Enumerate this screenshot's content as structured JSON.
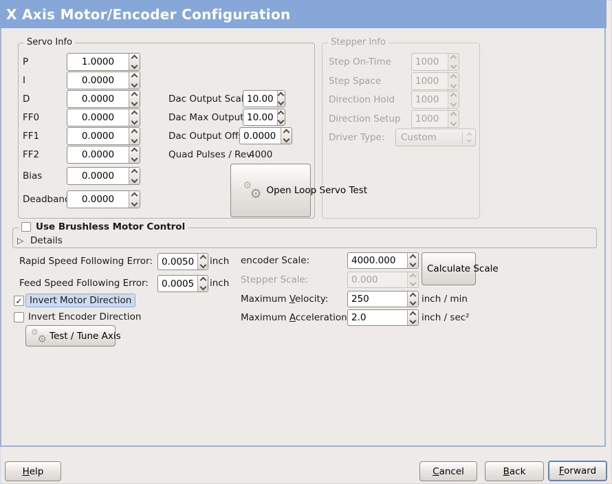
{
  "window": {
    "title": "X Axis Motor/Encoder Configuration"
  },
  "colors": {
    "titlebar": "#86a7d7",
    "panel_border": "#9ab5d9",
    "background": "#edeae7",
    "highlight_bg": "#ccdbf1",
    "highlight_border": "#8fadd8",
    "focus_border": "#5c86c2"
  },
  "icons": {
    "gear": "⚙",
    "expander_collapsed": "▷",
    "check": "✓"
  },
  "servo_info": {
    "legend": "Servo Info",
    "fields": [
      {
        "label": "P",
        "value": "1.0000"
      },
      {
        "label": "I",
        "value": "0.0000"
      },
      {
        "label": "D",
        "value": "0.0000"
      },
      {
        "label": "FF0",
        "value": "0.0000"
      },
      {
        "label": "FF1",
        "value": "0.0000"
      },
      {
        "label": "FF2",
        "value": "0.0000"
      },
      {
        "label": "Bias",
        "value": "0.0000"
      },
      {
        "label": "Deadband",
        "value": "0.0000"
      }
    ],
    "dac": [
      {
        "label": "Dac Output Scale:",
        "value": "10.00"
      },
      {
        "label": "Dac Max Output:",
        "value": "10.00"
      },
      {
        "label": "Dac Output Offset:",
        "value": "0.0000"
      }
    ],
    "quad_label": "Quad Pulses / Rev:",
    "quad_value": "4000",
    "open_loop_button": "Open Loop Servo Test"
  },
  "stepper_info": {
    "legend": "Stepper Info",
    "fields": [
      {
        "label": "Step On-Time",
        "value": "1000"
      },
      {
        "label": "Step Space",
        "value": "1000"
      },
      {
        "label": "Direction Hold",
        "value": "1000"
      },
      {
        "label": "Direction Setup",
        "value": "1000"
      }
    ],
    "driver_type_label": "Driver Type:",
    "driver_type_value": "Custom"
  },
  "brushless": {
    "checkbox_label": "Use Brushless Motor Control",
    "checkbox_state": "",
    "details_label": "Details"
  },
  "following_error": {
    "rapid_label": "Rapid Speed Following Error:",
    "rapid_value": "0.0050",
    "rapid_unit": "inch",
    "feed_label": "Feed Speed Following Error:",
    "feed_value": "0.0005",
    "feed_unit": "inch"
  },
  "scale": {
    "encoder_label": "encoder Scale:",
    "encoder_value": "4000.000",
    "stepper_label": "Stepper Scale:",
    "stepper_value": "0.000",
    "calculate_button": "Calculate Scale",
    "max_velocity": {
      "pre": "Maximum ",
      "key": "V",
      "post": "elocity:",
      "value": "250",
      "unit": "inch / min"
    },
    "max_accel": {
      "pre": "Maximum ",
      "key": "A",
      "post": "cceleration:",
      "value": "2.0",
      "unit": "inch / sec²"
    }
  },
  "direction": {
    "invert_motor_label": "Invert Motor Direction",
    "invert_motor_state": "✓",
    "invert_encoder_label": "Invert Encoder Direction",
    "invert_encoder_state": "",
    "test_button": "Test / Tune Axis"
  },
  "footer": {
    "help": {
      "pre": "",
      "key": "H",
      "post": "elp"
    },
    "cancel": {
      "pre": "",
      "key": "C",
      "post": "ancel"
    },
    "back": {
      "pre": "",
      "key": "B",
      "post": "ack"
    },
    "forward": {
      "pre": "",
      "key": "F",
      "post": "orward"
    }
  }
}
